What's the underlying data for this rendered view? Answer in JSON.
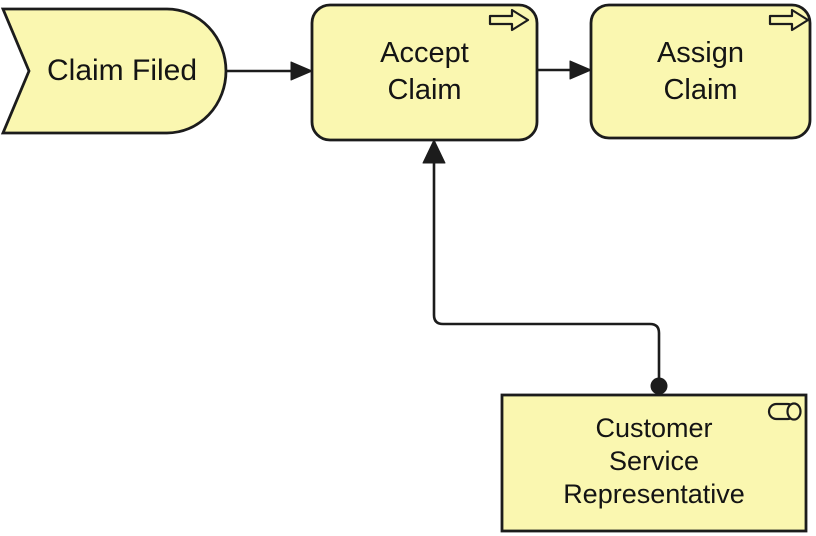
{
  "colors": {
    "background": "#ffffff",
    "node_fill": "#faf7b0",
    "stroke": "#1c1c1c",
    "text": "#141414"
  },
  "nodes": {
    "claim_filed": {
      "label": "Claim Filed",
      "type": "business-event"
    },
    "accept_claim": {
      "line1": "Accept",
      "line2": "Claim",
      "type": "business-process",
      "icon": "process-arrow-icon"
    },
    "assign_claim": {
      "line1": "Assign",
      "line2": "Claim",
      "type": "business-process",
      "icon": "process-arrow-icon"
    },
    "customer_service_representative": {
      "line1": "Customer",
      "line2": "Service",
      "line3": "Representative",
      "type": "business-role",
      "icon": "role-cylinder-icon"
    }
  },
  "edges": [
    {
      "from": "claim_filed",
      "to": "accept_claim",
      "style": "solid-line-filled-arrow"
    },
    {
      "from": "accept_claim",
      "to": "assign_claim",
      "style": "solid-line-filled-arrow"
    },
    {
      "from": "customer_service_representative",
      "to": "accept_claim",
      "style": "assignment-ball-to-arrow"
    }
  ]
}
